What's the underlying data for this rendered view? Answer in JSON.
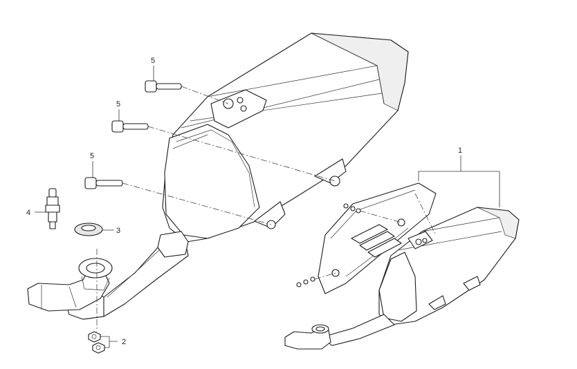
{
  "diagram": {
    "callouts": [
      {
        "id": "callout-5-top",
        "label": "5"
      },
      {
        "id": "callout-5-mid",
        "label": "5"
      },
      {
        "id": "callout-5-low",
        "label": "5"
      },
      {
        "id": "callout-4",
        "label": "4"
      },
      {
        "id": "callout-3",
        "label": "3"
      },
      {
        "id": "callout-2",
        "label": "2"
      },
      {
        "id": "callout-1",
        "label": "1"
      }
    ]
  }
}
